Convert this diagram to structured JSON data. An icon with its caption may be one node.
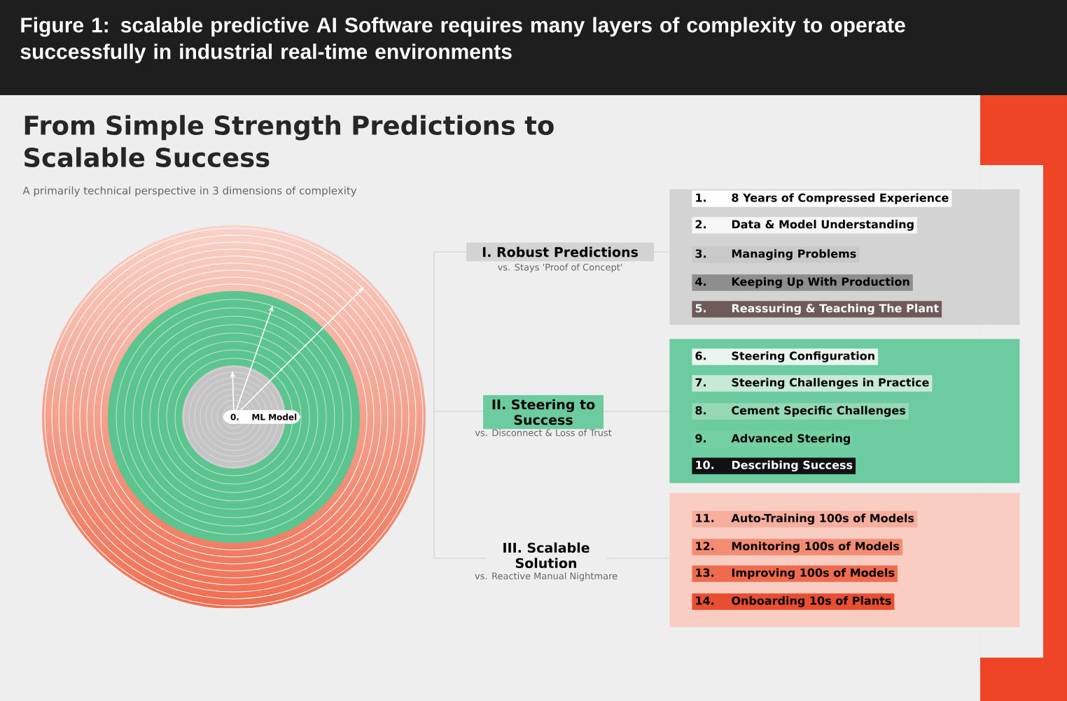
{
  "diagram": {
    "title": "From Simple Strength Predictions to Scalable Success",
    "caption": "Figure 1: scalable predictive AI Software requires many layers of complexity to operate successfully in industrial real-time environments",
    "labels": [
      "A primarily technical perspective in 3 dimensions of complexity"
    ],
    "nodes": [
      {
        "text": [
          "0.",
          "ML Model"
        ]
      },
      {
        "text": [
          "I. Robust Predictions",
          "vs. Stays 'Proof of Concept'"
        ]
      },
      {
        "text": [],
        "shape": "box"
      },
      {
        "text": [
          "1.",
          "8 Years of Compressed Experience"
        ],
        "in": 2
      },
      {
        "text": [
          "2.",
          "Data & Model Understanding"
        ],
        "in": 2
      },
      {
        "text": [
          "3.",
          "Managing Problems"
        ],
        "in": 2
      },
      {
        "text": [
          "4.",
          "Keeping Up With Production"
        ],
        "in": 2
      },
      {
        "text": [
          "5.",
          "Reassuring & Teaching The Plant"
        ],
        "in": 2
      },
      {
        "text": [
          "II. Steering to Success",
          "vs. Disconnect & Loss of Trust"
        ]
      },
      {
        "text": [],
        "shape": "box"
      },
      {
        "text": [
          "6.",
          "Steering Configuration"
        ],
        "in": 9
      },
      {
        "text": [
          "7.",
          "Steering Challenges in Practice"
        ],
        "in": 9
      },
      {
        "text": [
          "8.",
          "Cement Specific Challenges"
        ],
        "in": 9
      },
      {
        "text": [
          "9.",
          "Advanced Steering"
        ],
        "in": 9
      },
      {
        "text": [
          "10.",
          "Describing Success"
        ],
        "in": 9
      },
      {
        "text": [
          "III. Scalable Solution",
          "vs. Reactive Manual Nightmare"
        ]
      },
      {
        "text": [],
        "shape": "box"
      },
      {
        "text": [
          "11.",
          "Auto-Training 100s of Models"
        ],
        "in": 16
      },
      {
        "text": [
          "12.",
          "Monitoring 100s of Models"
        ],
        "in": 16
      },
      {
        "text": [
          "13.",
          "Improving 100s of Models"
        ],
        "in": 16
      },
      {
        "text": [
          "14.",
          "Onboarding 10s of Plants"
        ],
        "in": 16
      }
    ]
  }
}
